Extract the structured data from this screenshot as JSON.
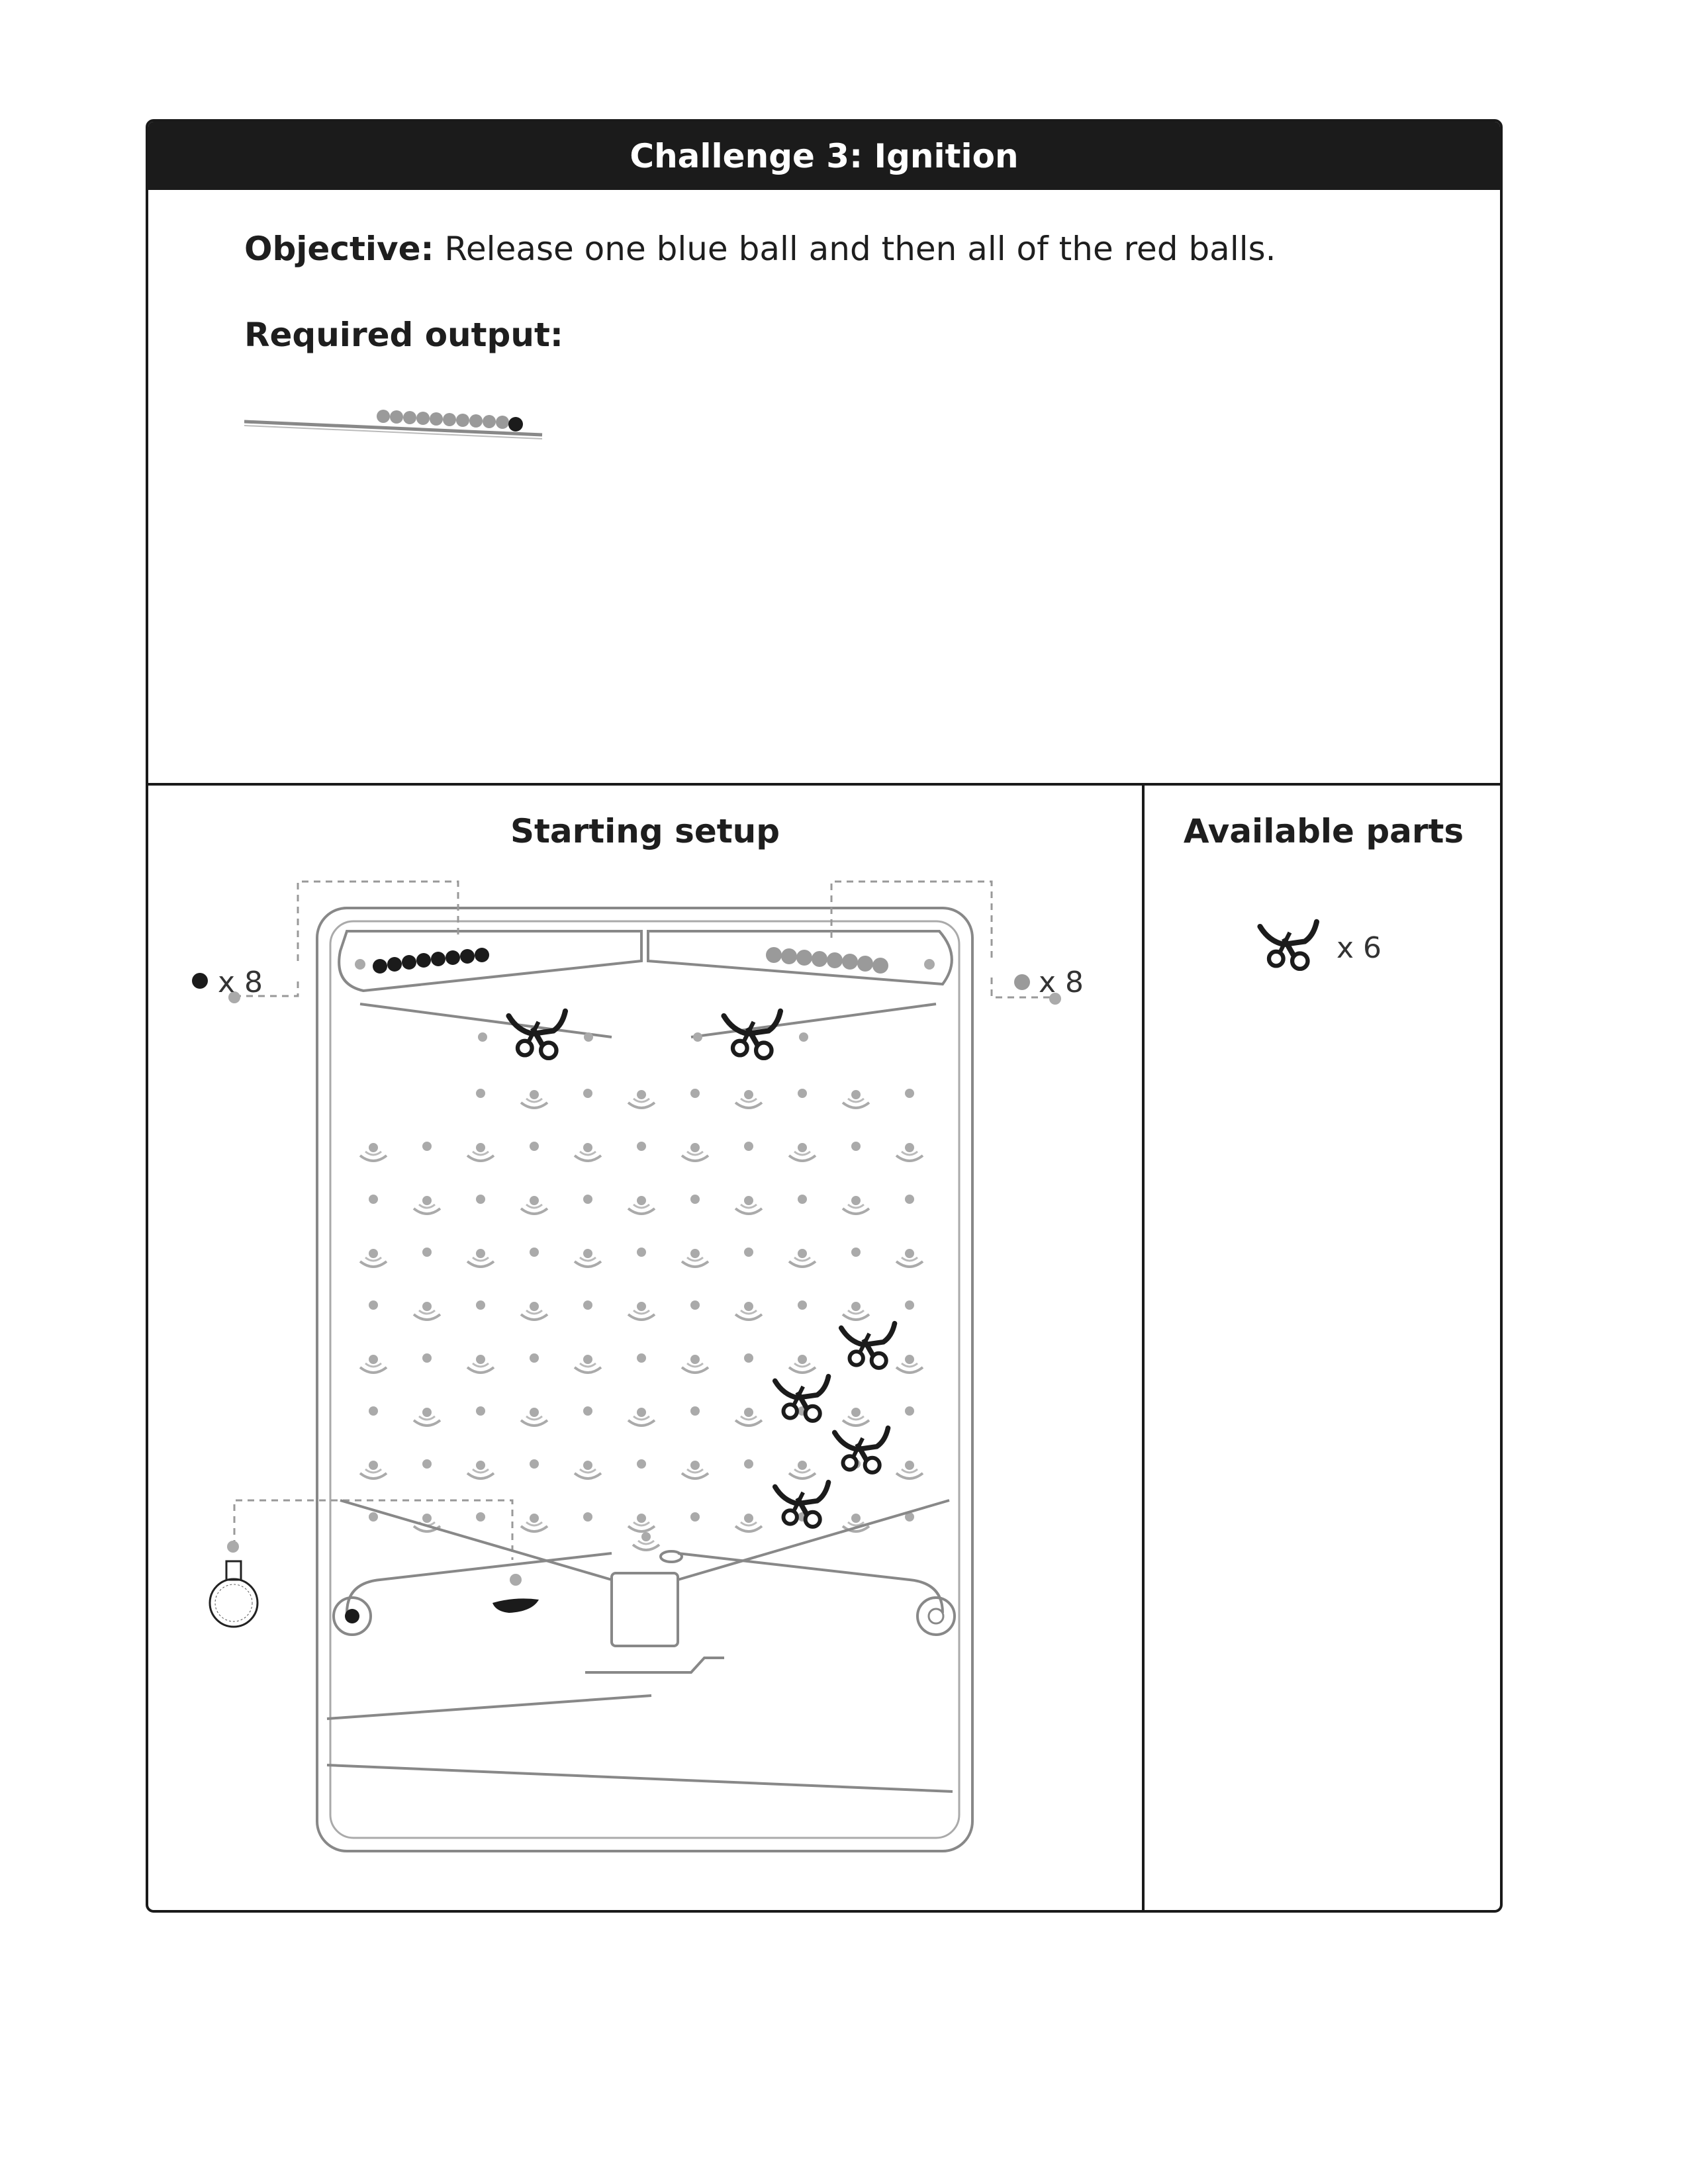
{
  "header": {
    "title": "Challenge 3: Ignition"
  },
  "objective": {
    "label": "Objective:",
    "text": " Release one blue ball and then all of the red balls."
  },
  "required_output": {
    "label": "Required output:"
  },
  "starting_setup": {
    "title": "Starting setup",
    "left_ball_count": "x 8",
    "right_ball_count": "x 8"
  },
  "available_parts": {
    "title": "Available parts",
    "part_count": "x 6",
    "part_icon": "bit-icon"
  },
  "colors": {
    "dark": "#1b1b1b",
    "gray": "#9a9a9a",
    "outline": "#8a8a8a"
  }
}
